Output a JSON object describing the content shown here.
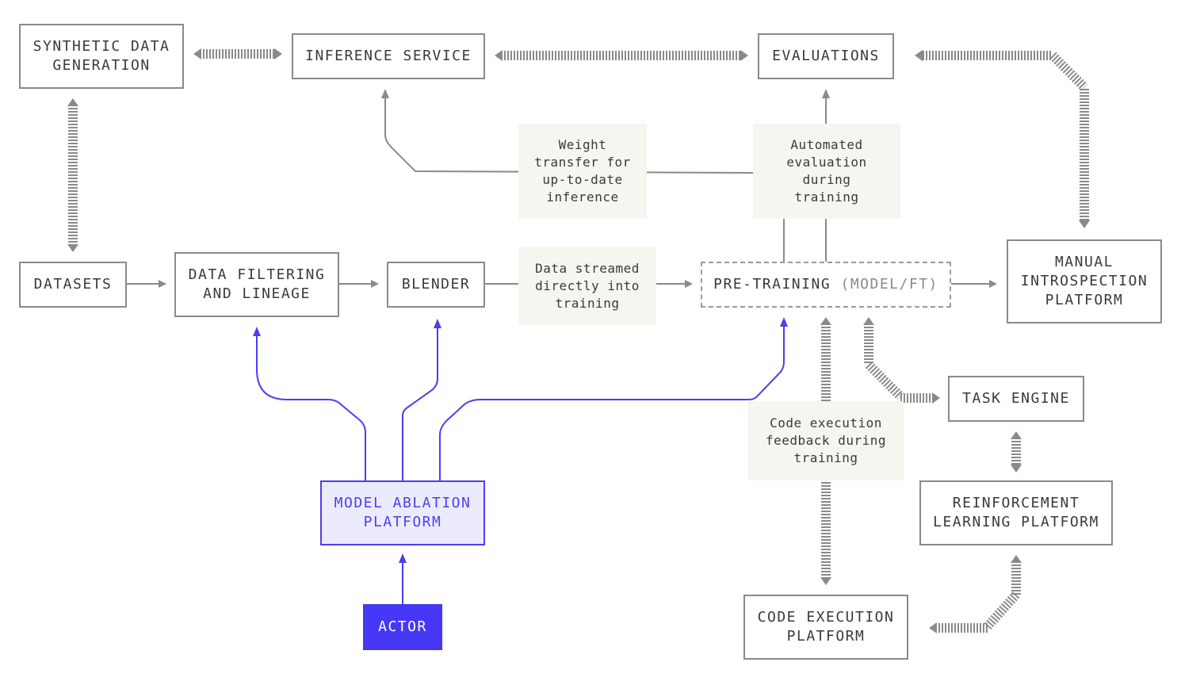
{
  "nodes": {
    "synthetic": "SYNTHETIC DATA\nGENERATION",
    "inference": "INFERENCE SERVICE",
    "evaluations": "EVALUATIONS",
    "datasets": "DATASETS",
    "filtering": "DATA FILTERING\nAND LINEAGE",
    "blender": "BLENDER",
    "pretraining_main": "PRE-TRAINING ",
    "pretraining_suffix": "(MODEL/FT)",
    "manual": "MANUAL\nINTROSPECTION\nPLATFORM",
    "task_engine": "TASK ENGINE",
    "rl": "REINFORCEMENT\nLEARNING PLATFORM",
    "code_exec": "CODE EXECUTION\nPLATFORM",
    "ablation": "MODEL ABLATION\nPLATFORM",
    "actor": "ACTOR"
  },
  "notes": {
    "weight_transfer": "Weight\ntransfer for\nup-to-date\ninference",
    "auto_eval": "Automated\nevaluation\nduring\ntraining",
    "data_streamed": "Data streamed\ndirectly into\ntraining",
    "code_feedback": "Code execution\nfeedback during\ntraining"
  },
  "colors": {
    "line": "#8a8a86",
    "accent": "#4b3ff0",
    "actor": "#4637f5",
    "note_bg": "#f6f5f0"
  }
}
